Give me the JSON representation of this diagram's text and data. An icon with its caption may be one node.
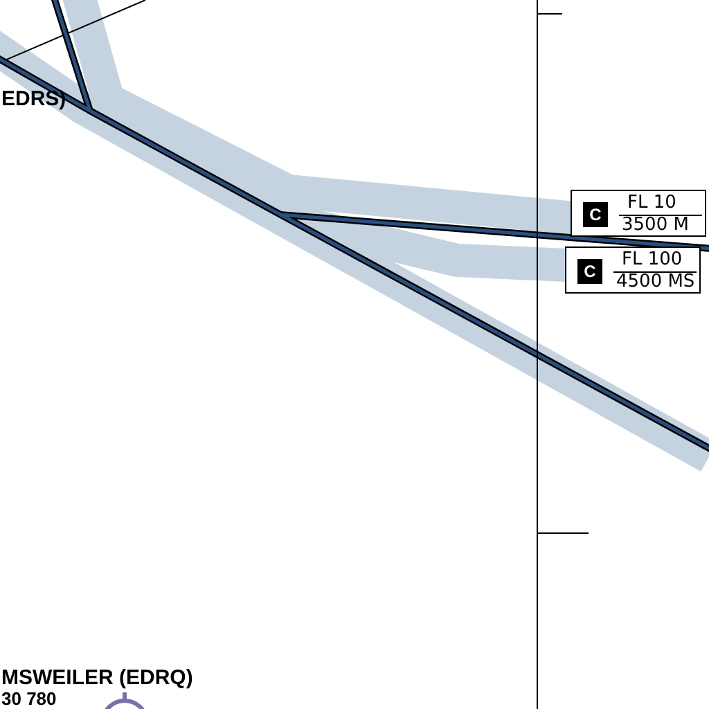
{
  "diagram": {
    "nodes": [
      {
        "text": [
          "C",
          "FL 10",
          "3500 M"
        ]
      },
      {
        "text": [
          "C",
          "FL 100",
          "4500 MS"
        ]
      }
    ],
    "labels": [
      "EDRS)",
      "MSWEILER (EDRQ)",
      "30 780"
    ]
  }
}
